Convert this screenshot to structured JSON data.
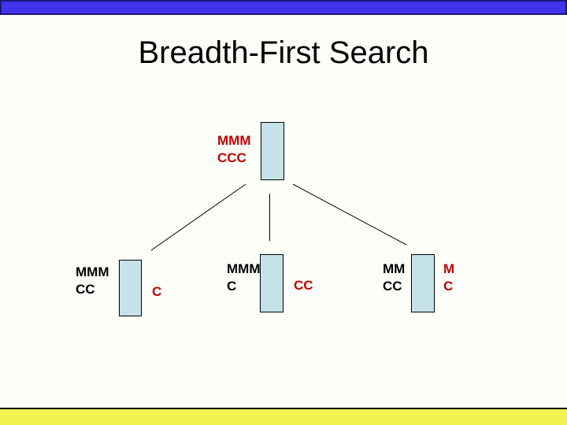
{
  "slide": {
    "title": "Breadth-First Search"
  },
  "colors": {
    "top_bar": "#4333EB",
    "top_bar_border": "#1A1A78",
    "background": "#FFFFF9",
    "node_fill": "#C5E2E8",
    "node_border": "#000000",
    "label_red": "#C00000",
    "label_black": "#000000",
    "footer_bar": "#F1F150"
  },
  "tree": {
    "root": {
      "label_lines": [
        "MMM",
        "CCC"
      ],
      "label_color": "red"
    },
    "children": [
      {
        "left_label_lines": [
          "MMM",
          "CC"
        ],
        "right_label_lines": [
          "C"
        ]
      },
      {
        "left_label_lines": [
          "MMM",
          "C"
        ],
        "right_label_lines": [
          "CC"
        ]
      },
      {
        "left_label_lines": [
          "MM",
          "CC"
        ],
        "right_label_lines": [
          "M",
          "C"
        ]
      }
    ]
  }
}
